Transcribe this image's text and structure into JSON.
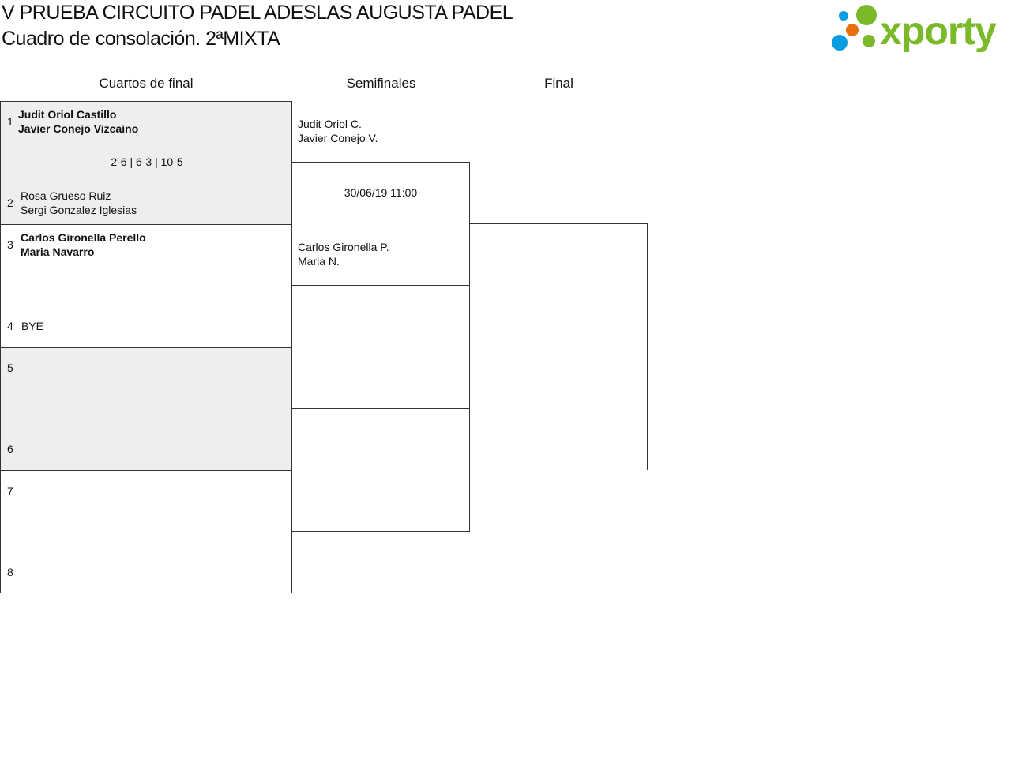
{
  "header": {
    "title": "V PRUEBA CIRCUITO PADEL ADESLAS AUGUSTA PADEL",
    "subtitle": "Cuadro de consolación. 2ªMIXTA",
    "logo_text": "xporty"
  },
  "rounds": [
    "Cuartos de final",
    "Semifinales",
    "Final"
  ],
  "quarterfinals": [
    {
      "seeds": [
        "1",
        "2"
      ],
      "team1": [
        "Judit Oriol Castillo",
        "Javier Conejo Vizcaino"
      ],
      "team2": [
        "Rosa Grueso Ruiz",
        "Sergi Gonzalez Iglesias"
      ],
      "score": "2-6 | 6-3 | 10-5",
      "winner": 1
    },
    {
      "seeds": [
        "3",
        "4"
      ],
      "team1": [
        "Carlos Gironella Perello",
        "Maria Navarro"
      ],
      "team2": [
        "BYE",
        ""
      ],
      "winner": 1
    },
    {
      "seeds": [
        "5",
        "6"
      ]
    },
    {
      "seeds": [
        "7",
        "8"
      ]
    }
  ],
  "semifinals": [
    {
      "team1": [
        "Judit Oriol C.",
        "Javier Conejo V."
      ],
      "team2": [
        "Carlos Gironella P.",
        "Maria N."
      ],
      "date": "30/06/19 11:00"
    }
  ],
  "colors": {
    "logo_green": "#7ab929",
    "logo_orange": "#e8700f",
    "logo_blue": "#0a9ee0",
    "gray": "#eeeeee"
  }
}
